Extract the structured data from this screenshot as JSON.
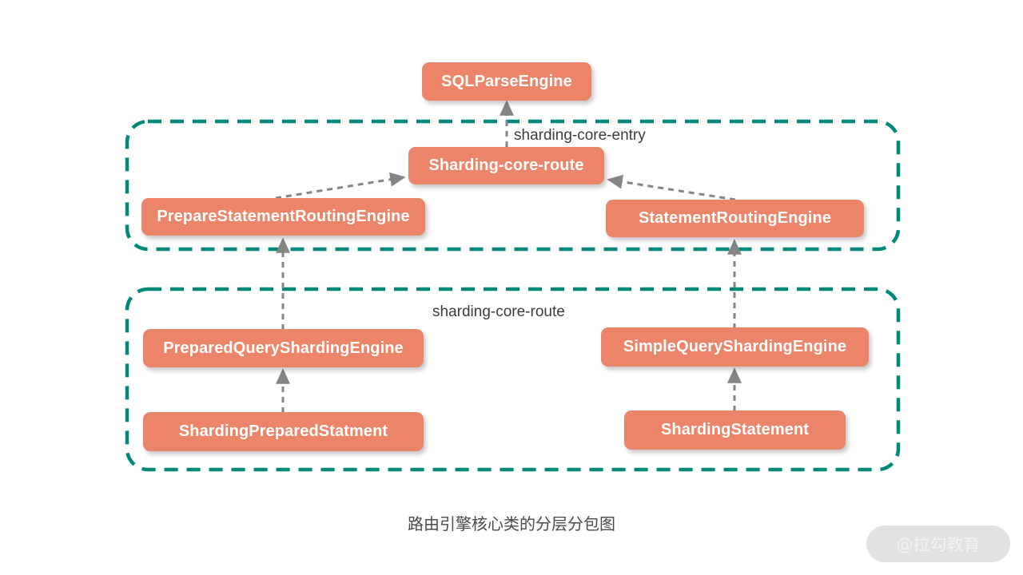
{
  "diagram": {
    "caption": "路由引擎核心类的分层分包图",
    "colors": {
      "node_fill": "#eb8468",
      "node_text": "#ffffff",
      "package_border": "#00897b",
      "connector": "#858585",
      "caption_text": "#4a4a4a",
      "background": "#ffffff"
    },
    "packages": [
      {
        "id": "entry",
        "label": "sharding-core-entry"
      },
      {
        "id": "route",
        "label": "sharding-core-route"
      }
    ],
    "nodes": [
      {
        "id": "sql-parse-engine",
        "label": "SQLParseEngine"
      },
      {
        "id": "sharding-core-route",
        "label": "Sharding-core-route"
      },
      {
        "id": "prepare-statement-routing",
        "label": "PrepareStatementRoutingEngine"
      },
      {
        "id": "statement-routing-engine",
        "label": "StatementRoutingEngine"
      },
      {
        "id": "prepared-query-sharding",
        "label": "PreparedQueryShardingEngine"
      },
      {
        "id": "simple-query-sharding",
        "label": "SimpleQueryShardingEngine"
      },
      {
        "id": "sharding-prepared-statment",
        "label": "ShardingPreparedStatment"
      },
      {
        "id": "sharding-statement",
        "label": "ShardingStatement"
      }
    ],
    "edges": [
      {
        "from": "sharding-core-route",
        "to": "sql-parse-engine",
        "style": "dashed-arrow"
      },
      {
        "from": "prepare-statement-routing",
        "to": "sharding-core-route",
        "style": "dashed-arrow"
      },
      {
        "from": "statement-routing-engine",
        "to": "sharding-core-route",
        "style": "dashed-arrow"
      },
      {
        "from": "prepared-query-sharding",
        "to": "prepare-statement-routing",
        "style": "dashed-arrow"
      },
      {
        "from": "simple-query-sharding",
        "to": "statement-routing-engine",
        "style": "dashed-arrow"
      },
      {
        "from": "sharding-prepared-statment",
        "to": "prepared-query-sharding",
        "style": "dashed-arrow"
      },
      {
        "from": "sharding-statement",
        "to": "simple-query-sharding",
        "style": "dashed-arrow"
      }
    ]
  },
  "watermark": {
    "text": "@拉勾教育"
  }
}
